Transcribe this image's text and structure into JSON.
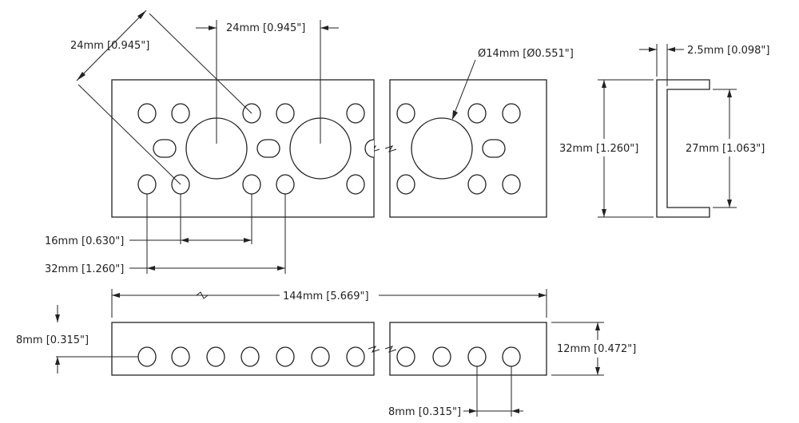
{
  "labels": {
    "diag_24": "24mm [0.945\"]",
    "top_24": "24mm [0.945\"]",
    "dia_14": "Ø14mm [Ø0.551\"]",
    "thick": "2.5mm [0.098\"]",
    "height_32": "32mm [1.260\"]",
    "inner_27": "27mm [1.063\"]",
    "span_16": "16mm [0.630\"]",
    "span_32": "32mm [1.260\"]",
    "length_144": "144mm [5.669\"]",
    "edge_8": "8mm [0.315\"]",
    "depth_12": "12mm [0.472\"]",
    "pitch_8": "8mm [0.315\"]"
  },
  "colors": {
    "line": "#222222",
    "background": "#ffffff"
  }
}
